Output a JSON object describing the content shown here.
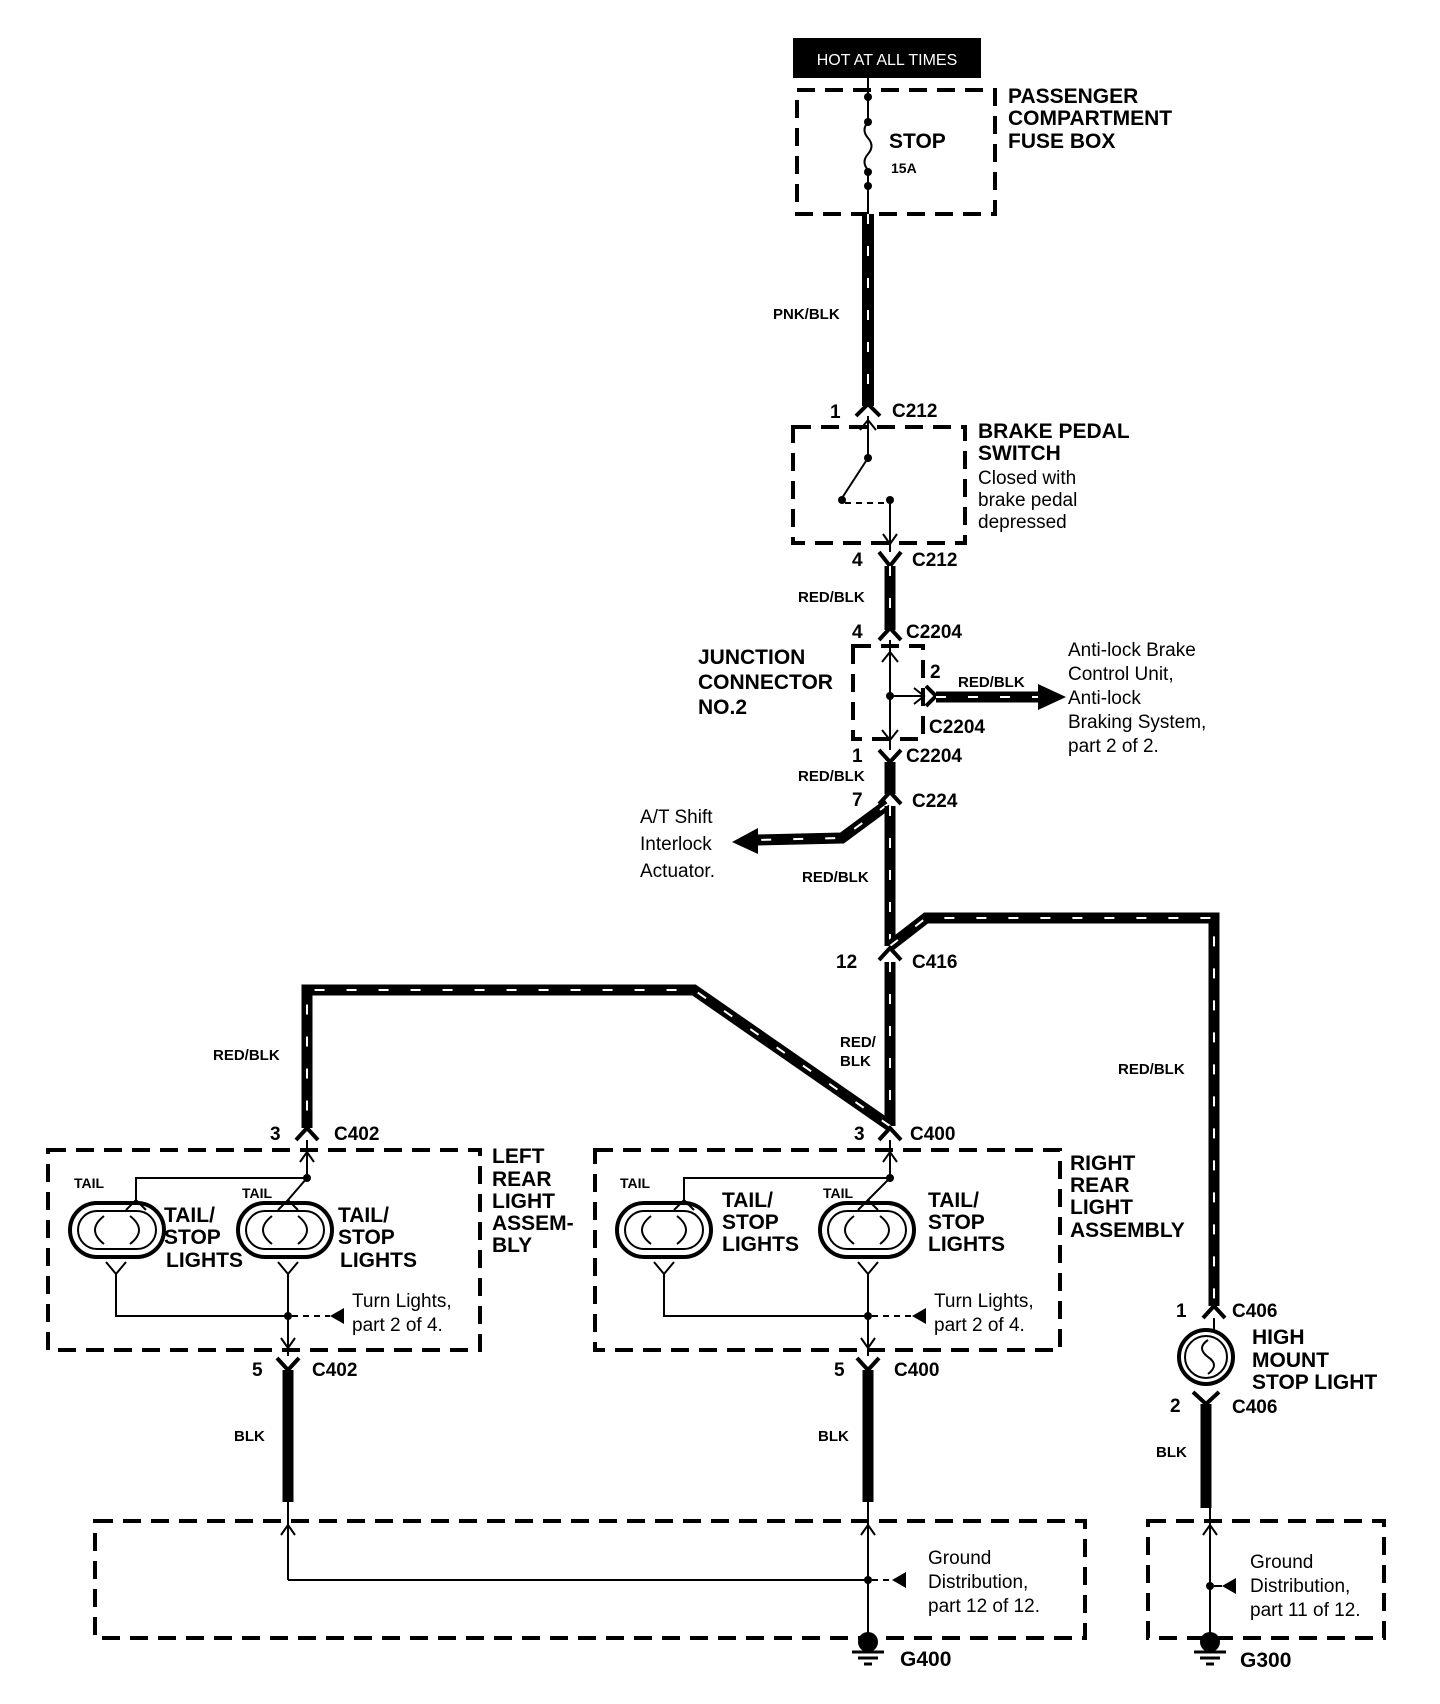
{
  "power": {
    "label": "HOT AT ALL TIMES",
    "fuse_box": [
      "PASSENGER",
      "COMPARTMENT",
      "FUSE BOX"
    ],
    "fuse_name": "STOP",
    "fuse_rating": "15A"
  },
  "wires": {
    "pnk_blk": "PNK/BLK",
    "red_blk": "RED/BLK",
    "red_blk_split": [
      "RED/",
      "BLK"
    ],
    "blk": "BLK"
  },
  "brake_switch": {
    "title": [
      "BRAKE PEDAL",
      "SWITCH"
    ],
    "desc": [
      "Closed with",
      "brake pedal",
      "depressed"
    ],
    "pin_in": "1",
    "pin_out": "4",
    "connector": "C212"
  },
  "junction": {
    "title": [
      "JUNCTION",
      "CONNECTOR",
      "NO.2"
    ],
    "connector": "C2204",
    "pin_top": "4",
    "pin_side": "2",
    "pin_bottom": "1",
    "abs_ref": [
      "Anti-lock Brake",
      "Control Unit,",
      "Anti-lock",
      "Braking System,",
      "part 2 of 2."
    ]
  },
  "c224": {
    "connector": "C224",
    "pin": "7",
    "ref": [
      "A/T Shift",
      "Interlock",
      "Actuator."
    ]
  },
  "c416": {
    "connector": "C416",
    "pin": "12"
  },
  "left_rear": {
    "title": [
      "LEFT",
      "REAR",
      "LIGHT",
      "ASSEM-",
      "BLY"
    ],
    "connector": "C402",
    "pin_in": "3",
    "pin_out": "5",
    "tail": "TAIL",
    "lamp": [
      "TAIL/",
      "STOP",
      "LIGHTS"
    ],
    "turn_ref": [
      "Turn Lights,",
      "part 2 of 4."
    ]
  },
  "right_rear": {
    "title": [
      "RIGHT",
      "REAR",
      "LIGHT",
      "ASSEMBLY"
    ],
    "connector": "C400",
    "pin_in": "3",
    "pin_out": "5",
    "tail": "TAIL",
    "lamp": [
      "TAIL/",
      "STOP",
      "LIGHTS"
    ],
    "turn_ref": [
      "Turn Lights,",
      "part 2 of 4."
    ]
  },
  "high_mount": {
    "title": [
      "HIGH",
      "MOUNT",
      "STOP LIGHT"
    ],
    "connector": "C406",
    "pin_in": "1",
    "pin_out": "2"
  },
  "ground_g400": {
    "ref": [
      "Ground",
      "Distribution,",
      "part 12 of 12."
    ],
    "name": "G400"
  },
  "ground_g300": {
    "ref": [
      "Ground",
      "Distribution,",
      "part 11 of 12."
    ],
    "name": "G300"
  }
}
